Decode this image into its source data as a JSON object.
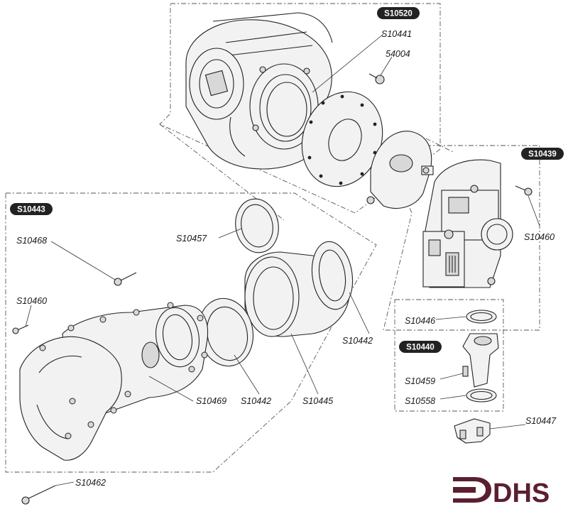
{
  "groups": [
    {
      "code": "S10520"
    },
    {
      "code": "S10439"
    },
    {
      "code": "S10443"
    },
    {
      "code": "S10440"
    }
  ],
  "parts": [
    {
      "code": "S10441"
    },
    {
      "code": "54004"
    },
    {
      "code": "S10460"
    },
    {
      "code": "S10457"
    },
    {
      "code": "S10468"
    },
    {
      "code": "S10460"
    },
    {
      "code": "S10442"
    },
    {
      "code": "S10446"
    },
    {
      "code": "S10459"
    },
    {
      "code": "S10558"
    },
    {
      "code": "S10447"
    },
    {
      "code": "S10469"
    },
    {
      "code": "S10442"
    },
    {
      "code": "S10445"
    },
    {
      "code": "S10462"
    }
  ],
  "logo": {
    "text": "DHS"
  }
}
